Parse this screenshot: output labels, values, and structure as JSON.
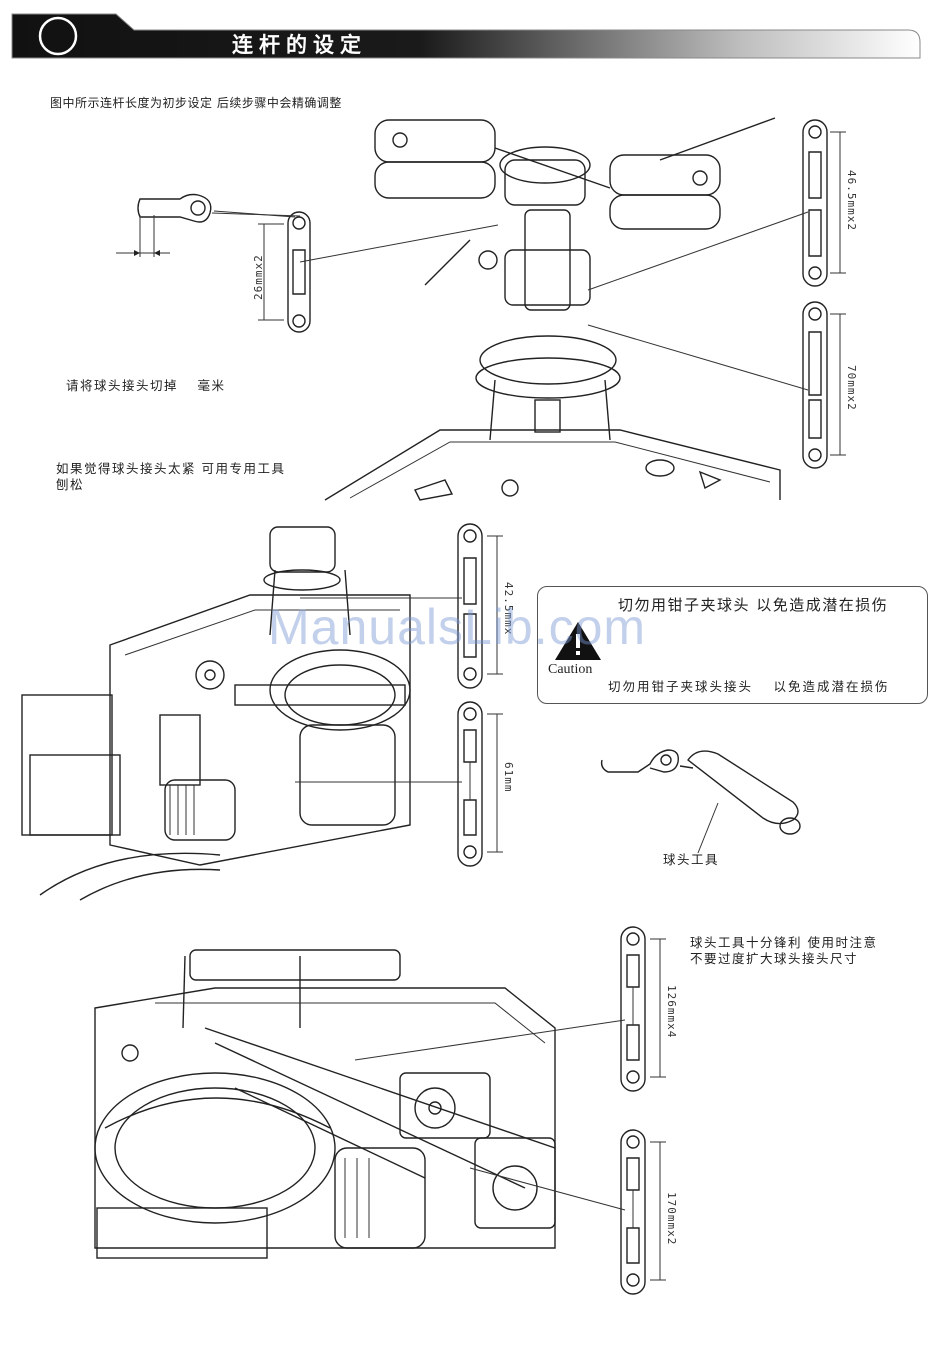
{
  "header": {
    "title": "连杆的设定"
  },
  "notes": {
    "intro": "图中所示连杆长度为初步设定 后续步骤中会精确调整",
    "cut_ball_link": "请将球头接头切掉　 毫米",
    "tight_ball_link_line1": "如果觉得球头接头太紧 可用专用工具",
    "tight_ball_link_line2": "刨松",
    "tool_warning_line1": "球头工具十分锋利 使用时注意",
    "tool_warning_line2": "不要过度扩大球头接头尺寸",
    "ball_tool_label": "球头工具"
  },
  "rod_labels": {
    "rod_26": "26mmx2",
    "rod_46_5": "46.5mmx2",
    "rod_70": "70mmx2",
    "rod_42_5": "42.5mmx",
    "rod_61": "61mm",
    "rod_126": "126mmx4",
    "rod_170": "170mmx2"
  },
  "caution": {
    "top_text": "切勿用钳子夹球头 以免造成潜在损伤",
    "label": "Caution",
    "bottom_text": "切勿用钳子夹球头接头　 以免造成潜在损伤"
  },
  "watermark": "ManualsLib.com"
}
